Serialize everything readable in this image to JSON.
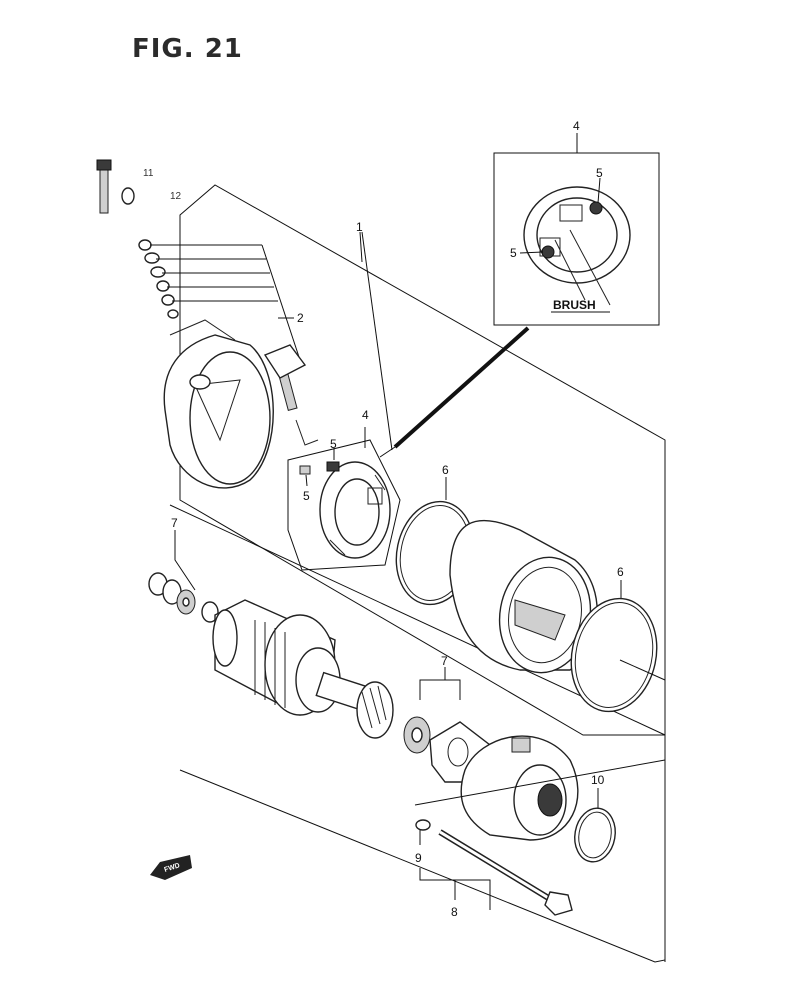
{
  "figure": {
    "title": "FIG. 21"
  },
  "inset": {
    "label": "BRUSH",
    "part_ref": "4",
    "sub_refs": [
      "5",
      "5"
    ]
  },
  "callouts": [
    {
      "id": "c1",
      "text": "1"
    },
    {
      "id": "c2",
      "text": "2"
    },
    {
      "id": "c4",
      "text": "4"
    },
    {
      "id": "c4i",
      "text": "4"
    },
    {
      "id": "c5a",
      "text": "5"
    },
    {
      "id": "c5b",
      "text": "5"
    },
    {
      "id": "c5c",
      "text": "5"
    },
    {
      "id": "c5d",
      "text": "5"
    },
    {
      "id": "c6a",
      "text": "6"
    },
    {
      "id": "c6b",
      "text": "6"
    },
    {
      "id": "c7a",
      "text": "7"
    },
    {
      "id": "c7b",
      "text": "7"
    },
    {
      "id": "c8",
      "text": "8"
    },
    {
      "id": "c9",
      "text": "9"
    },
    {
      "id": "c10",
      "text": "10"
    },
    {
      "id": "c11",
      "text": "11"
    },
    {
      "id": "c12",
      "text": "12"
    }
  ],
  "direction_marker": {
    "text": "FWD"
  }
}
